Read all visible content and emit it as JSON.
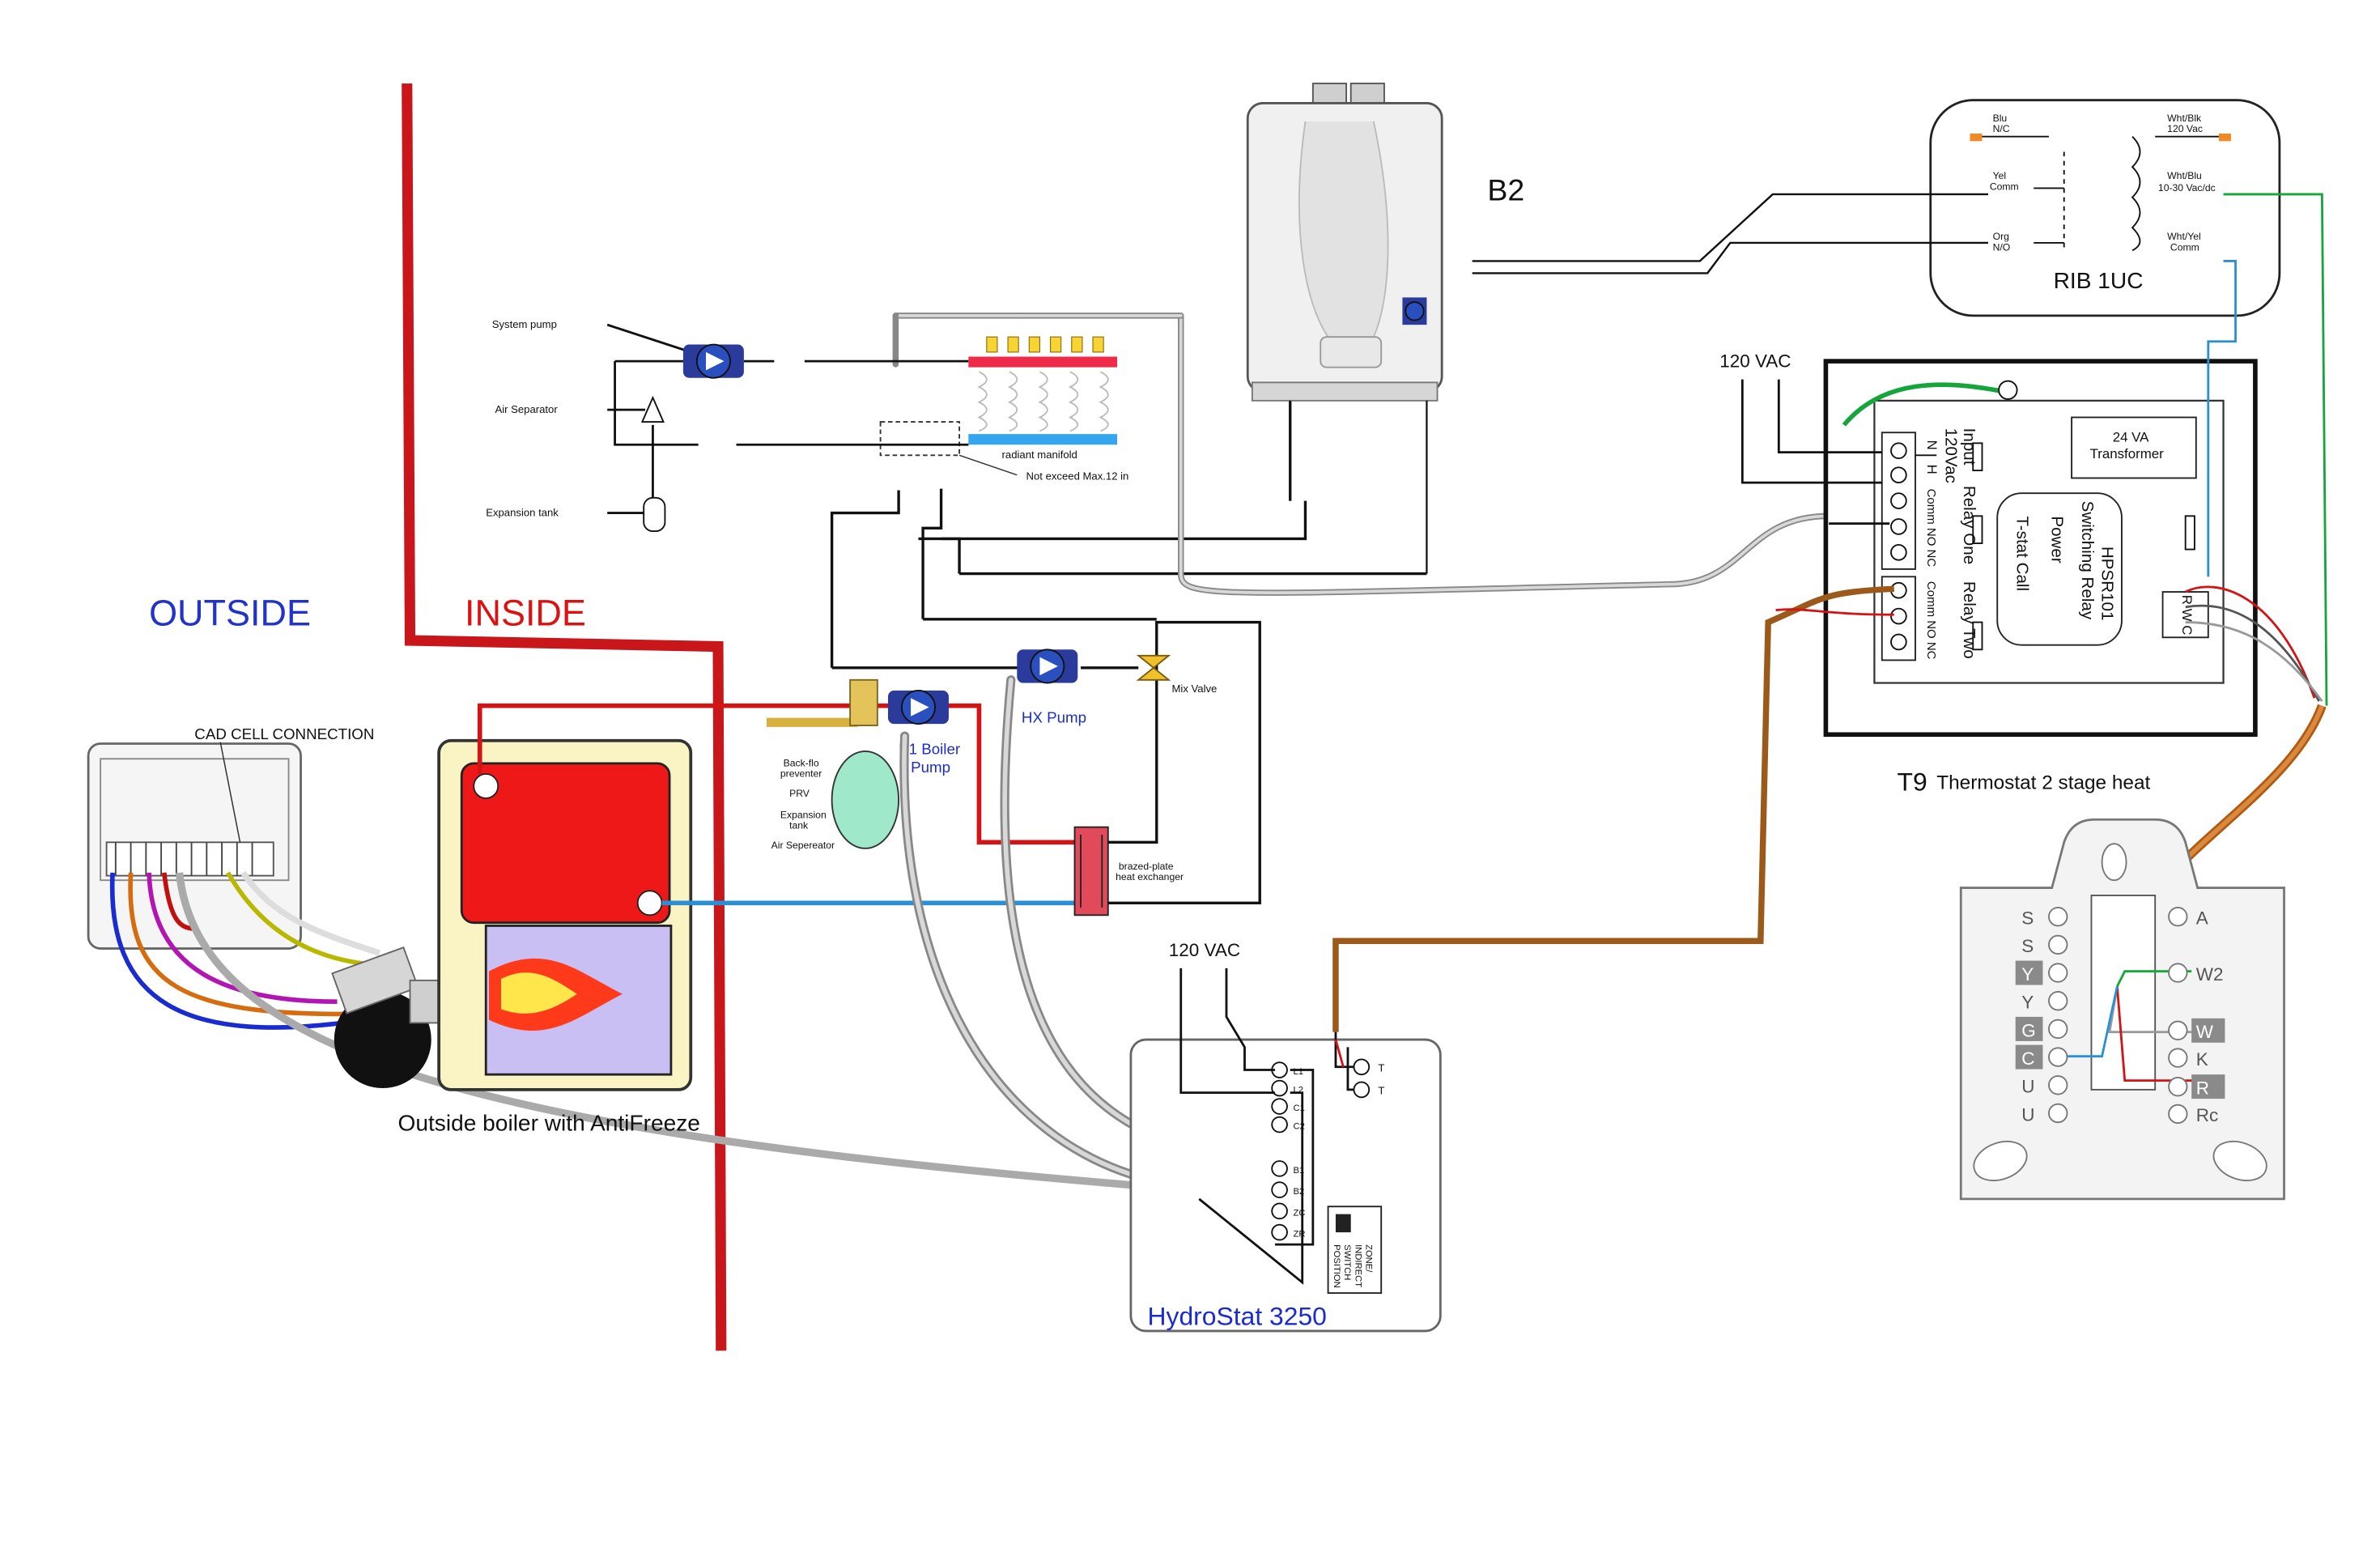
{
  "regions": {
    "outside": "OUTSIDE",
    "inside": "INSIDE"
  },
  "boiler": {
    "label": "Outside boiler with AntiFreeze",
    "cad_cell": "CAD CELL CONNECTION"
  },
  "b2": {
    "label": "B2"
  },
  "rib": {
    "label": "RIB 1UC",
    "t_blu": "Blu",
    "t_nc": "N/C",
    "t_yel": "Yel",
    "t_comm1": "Comm",
    "t_org": "Org",
    "t_no": "N/O",
    "t_wb": "Wht/Blk",
    "t_120": "120 Vac",
    "t_wbl": "Wht/Blu",
    "t_1030": "10-30 Vac/dc",
    "t_wy": "Wht/Yel",
    "t_comm2": "Comm"
  },
  "hydronic": {
    "system_pump": "System pump",
    "air_separator": "Air Separator",
    "expansion_tank": "Expansion tank",
    "radiant_manifold": "radiant manifold",
    "max_len": "Not exceed Max.12 in",
    "hx_pump": "HX Pump",
    "mix_valve": "Mix Valve",
    "p1_pump_1": "P1 Boiler",
    "p1_pump_2": "Pump",
    "back_flo_1": "Back-flo",
    "back_flo_2": "preventer",
    "prv": "PRV",
    "exp_tank_1": "Expansion",
    "exp_tank_2": "tank",
    "air_sep2": "Air Sepereator",
    "hx_1": "brazed-plate",
    "hx_2": "heat exchanger"
  },
  "relay": {
    "vac": "120 VAC",
    "transformer_1": "24 VA",
    "transformer_2": "Transformer",
    "name_1": "HPSR101",
    "name_2": "Switching Relay",
    "power": "Power",
    "tstat": "T-stat Call",
    "input_1": "Input",
    "input_2": "120Vac",
    "n": "N",
    "h": "H",
    "relay_one": "Relay One",
    "relay_two": "Relay Two",
    "comm_no_nc": "Comm NO NC",
    "rwc": "R W C"
  },
  "thermostat": {
    "label_t9": "T9",
    "label_rest": "Thermostat 2 stage heat",
    "left_terms": [
      "S",
      "S",
      "Y",
      "Y",
      "G",
      "C",
      "U",
      "U"
    ],
    "right_terms": [
      "A",
      "W2",
      "W",
      "K",
      "R",
      "Rc"
    ]
  },
  "hydrostat": {
    "vac": "120 VAC",
    "label": "HydroStat 3250",
    "zone_1": "ZONE/",
    "zone_2": "INDIRECT",
    "zone_3": "SWITCH",
    "zone_4": "POSITION",
    "terms_top": [
      "L1",
      "L2",
      "C1",
      "C2"
    ],
    "terms_bot": [
      "B1",
      "B2",
      "ZC",
      "ZR"
    ],
    "t1": "T",
    "t2": "T"
  },
  "colors": {
    "red": "#cc1111",
    "blue": "#1a2ccf",
    "brown": "#b25a12",
    "green": "#16a53a",
    "light_blue": "#2b8fd6"
  }
}
